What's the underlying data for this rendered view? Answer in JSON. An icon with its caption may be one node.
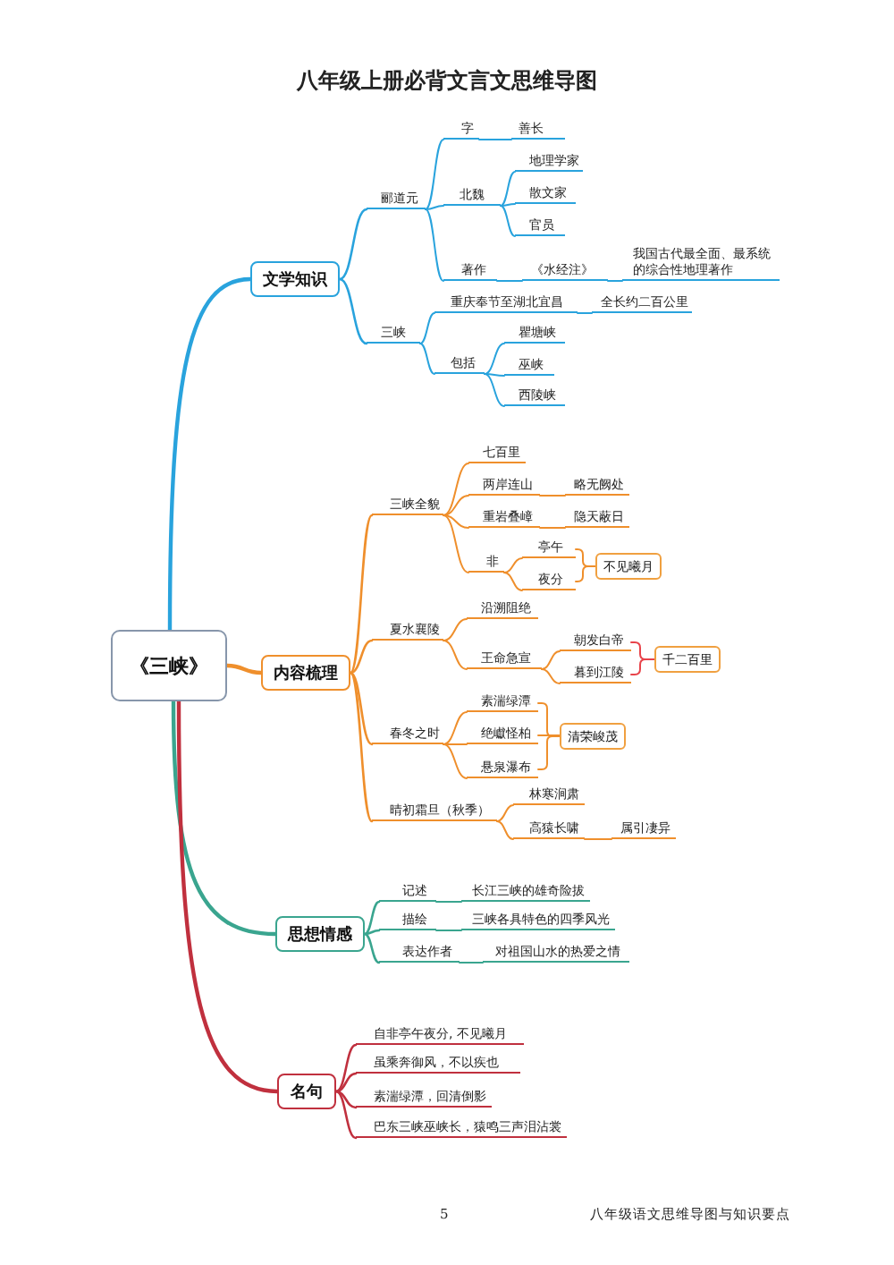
{
  "diagram": {
    "title": "八年级上册必背文言文思维导图",
    "nodes": [
      {
        "text": [
          "《三峡》"
        ]
      },
      {
        "text": [
          "文学知识"
        ]
      },
      {
        "text": [
          "郦道元"
        ]
      },
      {
        "text": [
          "字"
        ]
      },
      {
        "text": [
          "善长"
        ]
      },
      {
        "text": [
          "北魏"
        ]
      },
      {
        "text": [
          "地理学家"
        ]
      },
      {
        "text": [
          "散文家"
        ]
      },
      {
        "text": [
          "官员"
        ]
      },
      {
        "text": [
          "著作"
        ]
      },
      {
        "text": [
          "《水经注》"
        ]
      },
      {
        "text": [
          "我国古代最全面、最系统的综合性地理著作"
        ]
      },
      {
        "text": [
          "三峡"
        ]
      },
      {
        "text": [
          "重庆奉节至湖北宜昌"
        ]
      },
      {
        "text": [
          "全长约二百公里"
        ]
      },
      {
        "text": [
          "包括"
        ]
      },
      {
        "text": [
          "瞿塘峡"
        ]
      },
      {
        "text": [
          "巫峡"
        ]
      },
      {
        "text": [
          "西陵峡"
        ]
      },
      {
        "text": [
          "内容梳理"
        ]
      },
      {
        "text": [
          "三峡全貌"
        ]
      },
      {
        "text": [
          "七百里"
        ]
      },
      {
        "text": [
          "两岸连山"
        ]
      },
      {
        "text": [
          "略无阙处"
        ]
      },
      {
        "text": [
          "重岩叠嶂"
        ]
      },
      {
        "text": [
          "隐天蔽日"
        ]
      },
      {
        "text": [
          "非"
        ]
      },
      {
        "text": [
          "亭午"
        ]
      },
      {
        "text": [
          "夜分"
        ]
      },
      {
        "text": [
          "不见曦月"
        ]
      },
      {
        "text": [
          "夏水襄陵"
        ]
      },
      {
        "text": [
          "沿溯阻绝"
        ]
      },
      {
        "text": [
          "王命急宣"
        ]
      },
      {
        "text": [
          "朝发白帝"
        ]
      },
      {
        "text": [
          "暮到江陵"
        ]
      },
      {
        "text": [
          "千二百里"
        ]
      },
      {
        "text": [
          "春冬之时"
        ]
      },
      {
        "text": [
          "素湍绿潭"
        ]
      },
      {
        "text": [
          "绝巘怪柏"
        ]
      },
      {
        "text": [
          "悬泉瀑布"
        ]
      },
      {
        "text": [
          "清荣峻茂"
        ]
      },
      {
        "text": [
          "晴初霜旦（秋季）"
        ]
      },
      {
        "text": [
          "林寒涧肃"
        ]
      },
      {
        "text": [
          "高猿长啸"
        ]
      },
      {
        "text": [
          "属引凄异"
        ]
      },
      {
        "text": [
          "思想情感"
        ]
      },
      {
        "text": [
          "记述"
        ]
      },
      {
        "text": [
          "长江三峡的雄奇险拔"
        ]
      },
      {
        "text": [
          "描绘"
        ]
      },
      {
        "text": [
          "三峡各具特色的四季风光"
        ]
      },
      {
        "text": [
          "表达作者"
        ]
      },
      {
        "text": [
          "对祖国山水的热爱之情"
        ]
      },
      {
        "text": [
          "名句"
        ]
      },
      {
        "text": [
          "自非亭午夜分, 不见曦月"
        ]
      },
      {
        "text": [
          "虽乘奔御风，不以疾也"
        ]
      },
      {
        "text": [
          "素湍绿潭，回清倒影"
        ]
      },
      {
        "text": [
          "巴东三峡巫峡长，猿鸣三声泪沾裳"
        ]
      }
    ],
    "edges": [
      {
        "from": 0,
        "to": 1,
        "arrow": "none",
        "color": "#29a3dd"
      },
      {
        "from": 1,
        "to": 2,
        "arrow": "none",
        "color": "#29a3dd"
      },
      {
        "from": 2,
        "to": 3,
        "arrow": "none",
        "color": "#29a3dd"
      },
      {
        "from": 3,
        "to": 4,
        "arrow": "none",
        "color": "#29a3dd"
      },
      {
        "from": 2,
        "to": 5,
        "arrow": "none",
        "color": "#29a3dd"
      },
      {
        "from": 5,
        "to": 6,
        "arrow": "none",
        "color": "#29a3dd"
      },
      {
        "from": 5,
        "to": 7,
        "arrow": "none",
        "color": "#29a3dd"
      },
      {
        "from": 5,
        "to": 8,
        "arrow": "none",
        "color": "#29a3dd"
      },
      {
        "from": 2,
        "to": 9,
        "arrow": "none",
        "color": "#29a3dd"
      },
      {
        "from": 9,
        "to": 10,
        "arrow": "none",
        "color": "#29a3dd"
      },
      {
        "from": 10,
        "to": 11,
        "arrow": "none",
        "color": "#29a3dd"
      },
      {
        "from": 1,
        "to": 12,
        "arrow": "none",
        "color": "#29a3dd"
      },
      {
        "from": 12,
        "to": 13,
        "arrow": "none",
        "color": "#29a3dd"
      },
      {
        "from": 13,
        "to": 14,
        "arrow": "none",
        "color": "#29a3dd"
      },
      {
        "from": 12,
        "to": 15,
        "arrow": "none",
        "color": "#29a3dd"
      },
      {
        "from": 15,
        "to": 16,
        "arrow": "none",
        "color": "#29a3dd"
      },
      {
        "from": 15,
        "to": 17,
        "arrow": "none",
        "color": "#29a3dd"
      },
      {
        "from": 15,
        "to": 18,
        "arrow": "none",
        "color": "#29a3dd"
      },
      {
        "from": 0,
        "to": 19,
        "arrow": "none"
      },
      {
        "from": 19,
        "to": 20,
        "arrow": "none"
      },
      {
        "from": 20,
        "to": 21,
        "arrow": "none"
      },
      {
        "from": 20,
        "to": 22,
        "arrow": "none"
      },
      {
        "from": 22,
        "to": 23,
        "arrow": "none"
      },
      {
        "from": 20,
        "to": 24,
        "arrow": "none"
      },
      {
        "from": 24,
        "to": 25,
        "arrow": "none"
      },
      {
        "from": 20,
        "to": 26,
        "arrow": "none"
      },
      {
        "from": 26,
        "to": 27,
        "arrow": "none"
      },
      {
        "from": 26,
        "to": 28,
        "arrow": "none"
      },
      {
        "from": 27,
        "to": 29,
        "arrow": "none"
      },
      {
        "from": 28,
        "to": 29,
        "arrow": "none"
      },
      {
        "from": 19,
        "to": 30,
        "arrow": "none"
      },
      {
        "from": 30,
        "to": 31,
        "arrow": "none"
      },
      {
        "from": 30,
        "to": 32,
        "arrow": "none"
      },
      {
        "from": 32,
        "to": 33,
        "arrow": "none"
      },
      {
        "from": 32,
        "to": 34,
        "arrow": "none"
      },
      {
        "from": 33,
        "to": 35,
        "arrow": "none",
        "color": "#e8434a"
      },
      {
        "from": 34,
        "to": 35,
        "arrow": "none",
        "color": "#e8434a"
      },
      {
        "from": 19,
        "to": 36,
        "arrow": "none"
      },
      {
        "from": 36,
        "to": 37,
        "arrow": "none"
      },
      {
        "from": 36,
        "to": 38,
        "arrow": "none"
      },
      {
        "from": 36,
        "to": 39,
        "arrow": "none"
      },
      {
        "from": 37,
        "to": 40,
        "arrow": "none"
      },
      {
        "from": 38,
        "to": 40,
        "arrow": "none"
      },
      {
        "from": 39,
        "to": 40,
        "arrow": "none"
      },
      {
        "from": 19,
        "to": 41,
        "arrow": "none"
      },
      {
        "from": 41,
        "to": 42,
        "arrow": "none"
      },
      {
        "from": 41,
        "to": 43,
        "arrow": "none"
      },
      {
        "from": 43,
        "to": 44,
        "arrow": "none"
      },
      {
        "from": 0,
        "to": 45,
        "arrow": "none",
        "color": "#3aa58f"
      },
      {
        "from": 45,
        "to": 46,
        "arrow": "none",
        "color": "#3aa58f"
      },
      {
        "from": 46,
        "to": 47,
        "arrow": "none",
        "color": "#3aa58f"
      },
      {
        "from": 45,
        "to": 48,
        "arrow": "none",
        "color": "#3aa58f"
      },
      {
        "from": 48,
        "to": 49,
        "arrow": "none",
        "color": "#3aa58f"
      },
      {
        "from": 45,
        "to": 50,
        "arrow": "none",
        "color": "#3aa58f"
      },
      {
        "from": 50,
        "to": 51,
        "arrow": "none",
        "color": "#3aa58f"
      },
      {
        "from": 0,
        "to": 52,
        "arrow": "none",
        "color": "#c0303e"
      },
      {
        "from": 52,
        "to": 53,
        "arrow": "none",
        "color": "#c0303e"
      },
      {
        "from": 52,
        "to": 54,
        "arrow": "none",
        "color": "#c0303e"
      },
      {
        "from": 52,
        "to": 55,
        "arrow": "none",
        "color": "#c0303e"
      },
      {
        "from": 52,
        "to": 56,
        "arrow": "none",
        "color": "#c0303e"
      }
    ],
    "labels": [
      "5",
      "八年级语文思维导图与知识要点"
    ]
  }
}
